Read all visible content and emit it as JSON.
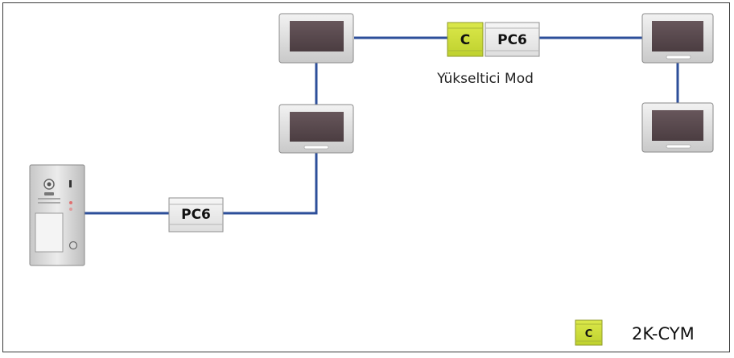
{
  "diagram": {
    "amplifier_mode_caption": "Yükseltici Mod",
    "pc6_label": "PC6",
    "c_module_label": "C",
    "legend": {
      "symbol": "C",
      "text": "2K-CYM"
    }
  },
  "colors": {
    "bus_wire": "#2d4f9a",
    "c_module_fill": "#ccdd3a",
    "monitor_screen": "#5a4a4e",
    "monitor_body": "#d6d6d6"
  }
}
